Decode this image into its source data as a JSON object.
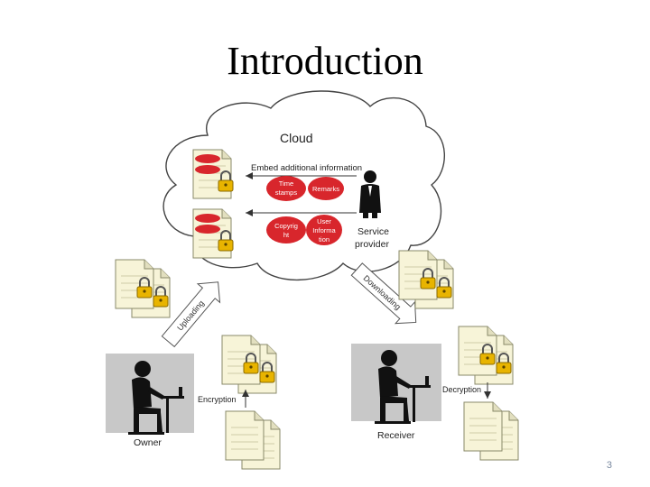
{
  "slide": {
    "title": "Introduction",
    "page_number": "3"
  },
  "diagram": {
    "cloud_label": "Cloud",
    "embed_label": "Embed additional information",
    "tags": {
      "time_stamps": [
        "Time",
        "stamps"
      ],
      "remarks": [
        "Remarks"
      ],
      "copyright": [
        "Copyrig",
        "ht"
      ],
      "user_information": [
        "User",
        "Informa",
        "tion"
      ]
    },
    "service_provider": [
      "Service",
      "provider"
    ],
    "uploading": "Uploading",
    "downloading": "Downloading",
    "encryption": "Encryption",
    "decryption": "Decryption",
    "owner": "Owner",
    "receiver": "Receiver",
    "colors": {
      "tag_red": "#d8262c",
      "lock_gold": "#e8b400",
      "doc_paper": "#f7f4d8",
      "person_bg": "#c8c8c8"
    }
  }
}
